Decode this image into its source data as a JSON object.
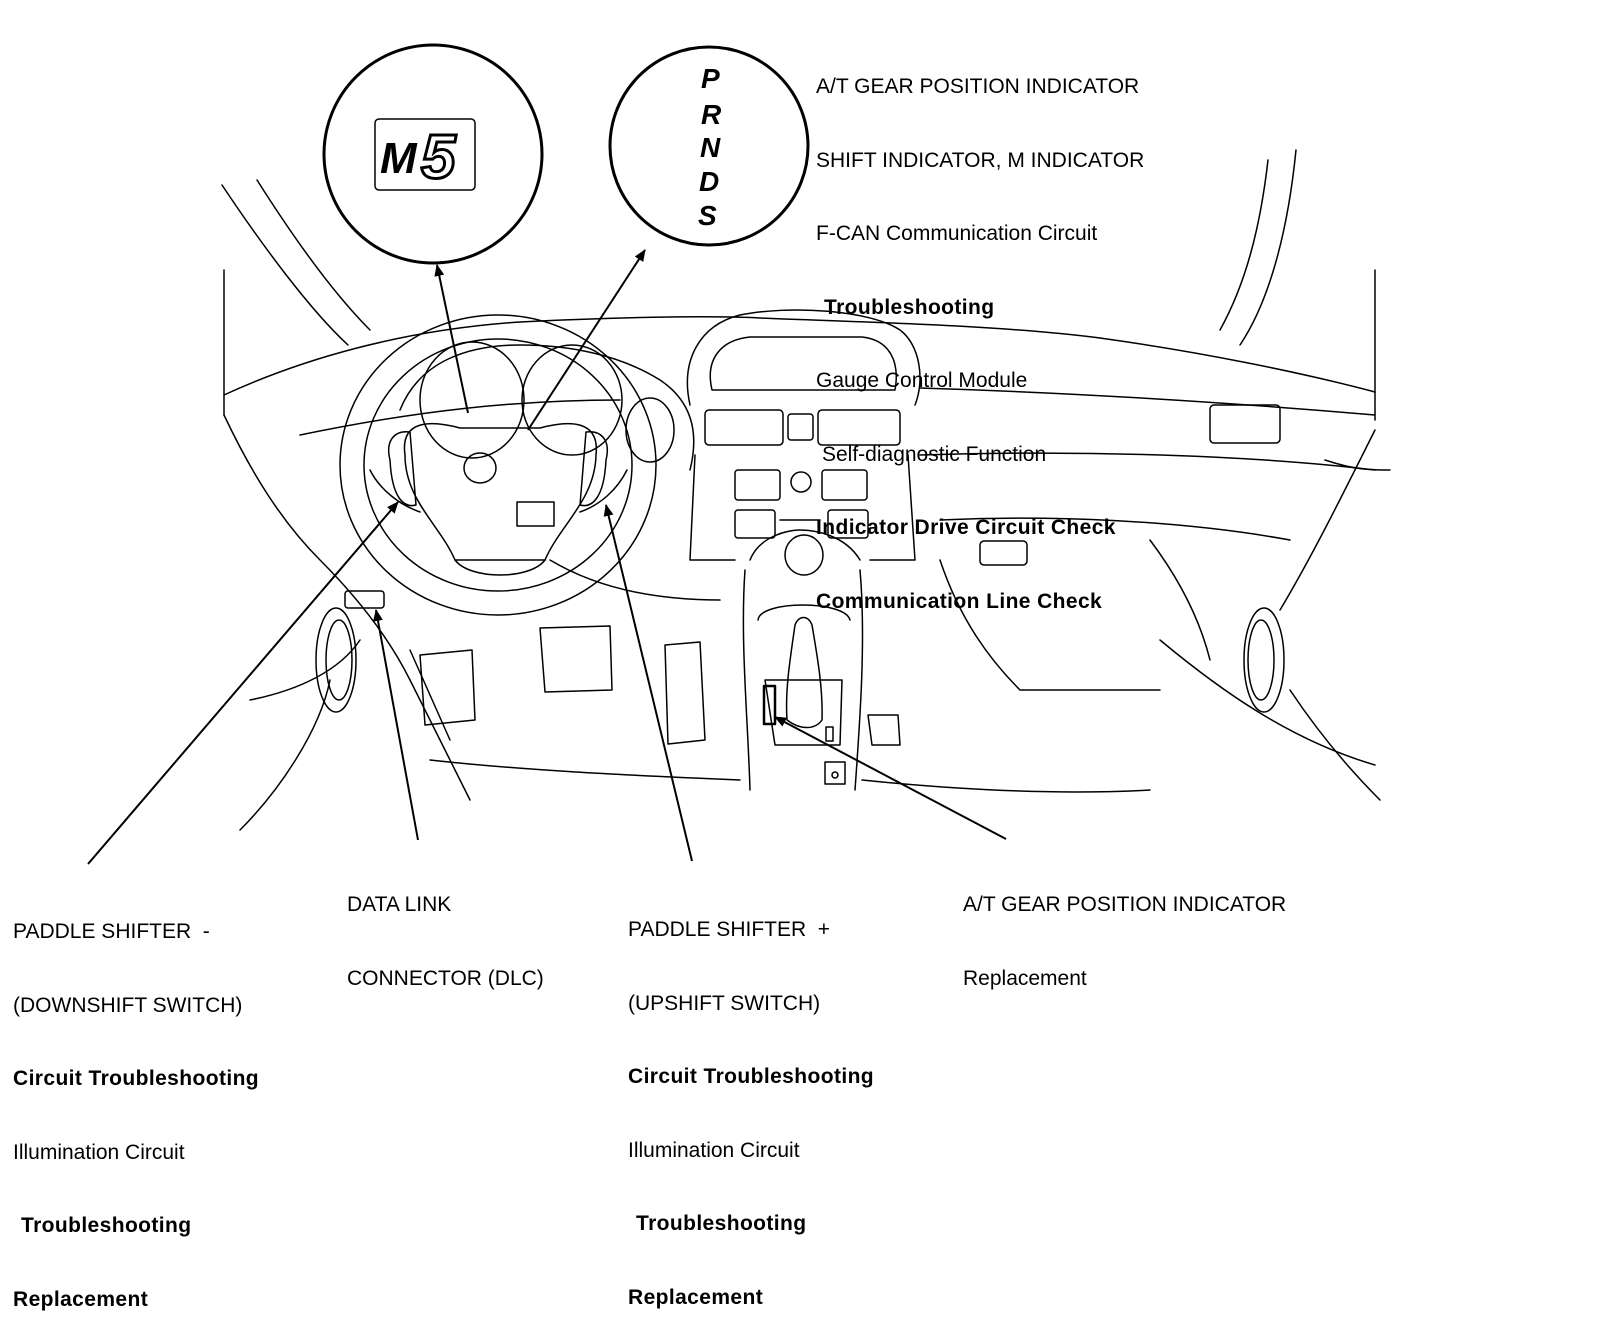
{
  "indicator_display": {
    "mode_letter": "M",
    "gear_digit": "5"
  },
  "shift_letters": [
    "P",
    "R",
    "N",
    "D",
    "S"
  ],
  "labels": {
    "gear_indicator_top": {
      "line1": "A/T GEAR POSITION INDICATOR",
      "line2": "SHIFT INDICATOR, M INDICATOR",
      "line3": "F-CAN Communication Circuit",
      "line4": "Troubleshooting",
      "line5": "Gauge Control Module",
      "line6": "Self-diagnostic Function",
      "line7": "Indicator Drive Circuit Check",
      "line8": "Communication Line Check"
    },
    "paddle_down": {
      "line1": "PADDLE SHIFTER  -",
      "line2": "(DOWNSHIFT SWITCH)",
      "line3": "Circuit Troubleshooting",
      "line4": "Illumination Circuit",
      "line5": "Troubleshooting",
      "line6": "Replacement"
    },
    "dlc": {
      "line1": "DATA LINK",
      "line2": "CONNECTOR (DLC)"
    },
    "paddle_up": {
      "line1": "PADDLE SHIFTER  +",
      "line2": "(UPSHIFT SWITCH)",
      "line3": "Circuit Troubleshooting",
      "line4": "Illumination Circuit",
      "line5": "Troubleshooting",
      "line6": "Replacement"
    },
    "gear_indicator_bottom": {
      "line1": "A/T GEAR POSITION INDICATOR",
      "line2": "Replacement"
    }
  }
}
